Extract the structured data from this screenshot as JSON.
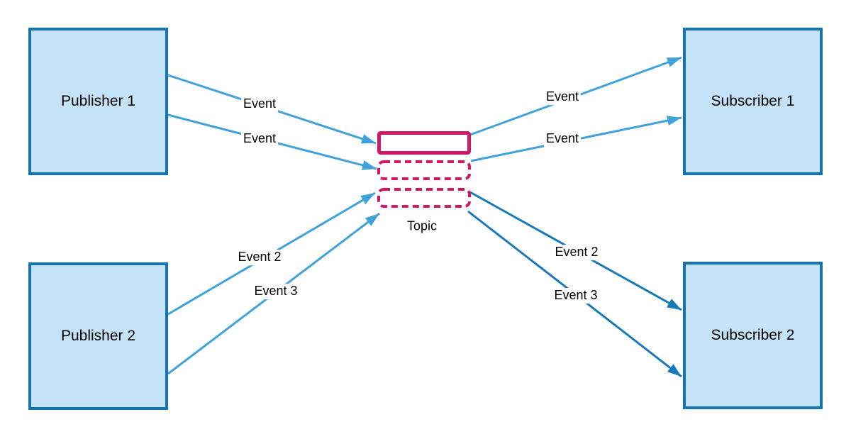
{
  "diagram": {
    "pattern": "publish-subscribe",
    "nodes": {
      "publisher1": {
        "label": "Publisher 1"
      },
      "publisher2": {
        "label": "Publisher 2"
      },
      "subscriber1": {
        "label": "Subscriber 1"
      },
      "subscriber2": {
        "label": "Subscriber 2"
      },
      "topic": {
        "label": "Topic"
      }
    },
    "edges": {
      "pub1_to_topic_a": {
        "label": "Event"
      },
      "pub1_to_topic_b": {
        "label": "Event"
      },
      "pub2_to_topic_event2": {
        "label": "Event 2"
      },
      "pub2_to_topic_event3": {
        "label": "Event 3"
      },
      "topic_to_sub1_a": {
        "label": "Event"
      },
      "topic_to_sub1_b": {
        "label": "Event"
      },
      "topic_to_sub2_event2": {
        "label": "Event 2"
      },
      "topic_to_sub2_event3": {
        "label": "Event 3"
      }
    },
    "colors": {
      "background": "#FFFFFF",
      "node_fill": "#C5E3F6",
      "node_border": "#1673B1",
      "arrow_light": "#3FA2DB",
      "arrow_dark": "#1878BC",
      "topic_outline": "#D01966",
      "label_text": "#000000"
    }
  }
}
